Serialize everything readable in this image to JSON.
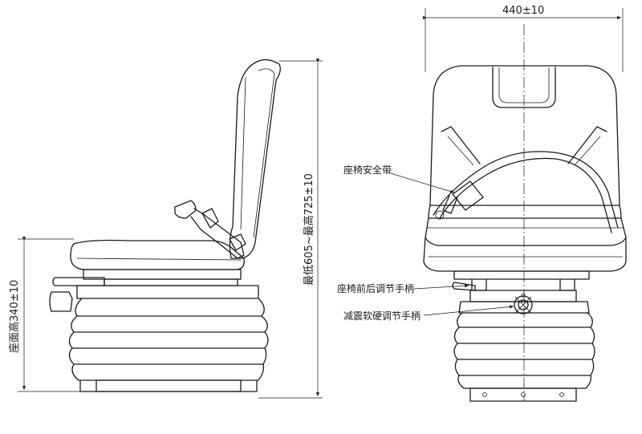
{
  "dimensions": {
    "width": "440±10",
    "seat_height": "座面高340±10",
    "overall_height": "最低605~最高725±10"
  },
  "labels": {
    "seat_belt": "座椅安全带",
    "fore_aft_handle": "座椅前后调节手柄",
    "damping_handle": "减震软硬调节手柄"
  }
}
